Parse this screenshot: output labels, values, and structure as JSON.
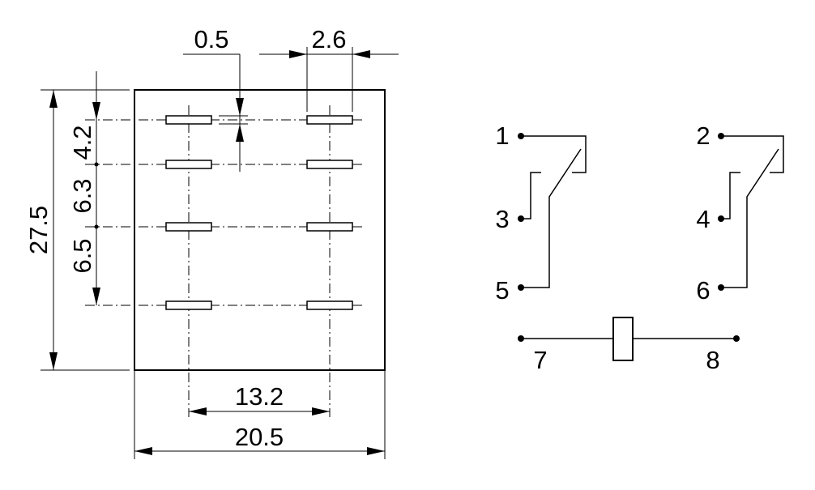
{
  "dimensions": {
    "pin_width": "0.5",
    "pin_length": "2.6",
    "overall_height": "27.5",
    "row_pitch_1": "4.2",
    "row_pitch_2": "6.3",
    "row_pitch_3": "6.5",
    "column_spacing": "13.2",
    "overall_width": "20.5"
  },
  "schematic": {
    "pins": [
      "1",
      "2",
      "3",
      "4",
      "5",
      "6",
      "7",
      "8"
    ]
  }
}
